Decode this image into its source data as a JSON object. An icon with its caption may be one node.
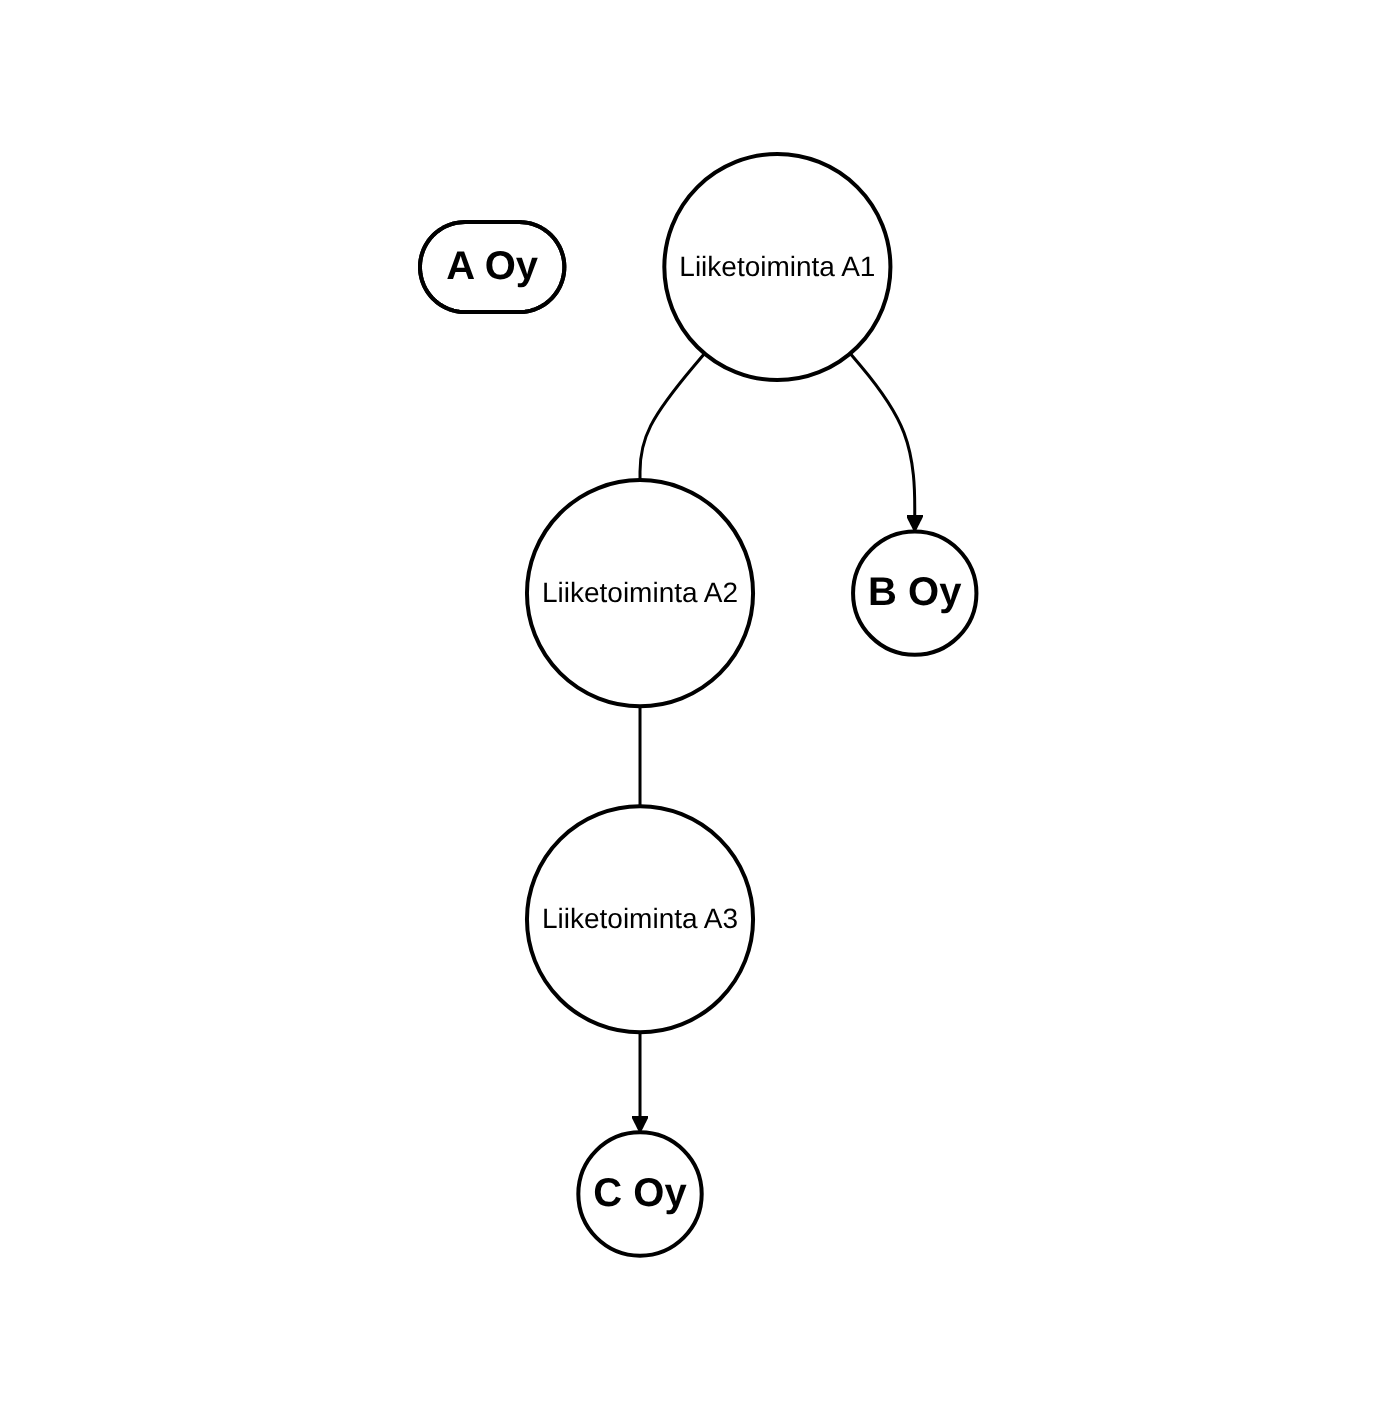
{
  "diagram": {
    "nodes": [
      {
        "text": [
          "A Oy"
        ]
      },
      {
        "text": [
          "Liiketoiminta A1"
        ]
      },
      {
        "text": [
          "Liiketoiminta A2"
        ]
      },
      {
        "text": [
          "Liiketoiminta A3"
        ]
      },
      {
        "text": [
          "B Oy"
        ]
      },
      {
        "text": [
          "C Oy"
        ]
      }
    ],
    "edges": [
      {
        "from": 1,
        "to": 2,
        "arrow": "none"
      },
      {
        "from": 2,
        "to": 3,
        "arrow": "none"
      },
      {
        "from": 1,
        "to": 4,
        "arrow": "to"
      },
      {
        "from": 3,
        "to": 5,
        "arrow": "to"
      }
    ]
  }
}
